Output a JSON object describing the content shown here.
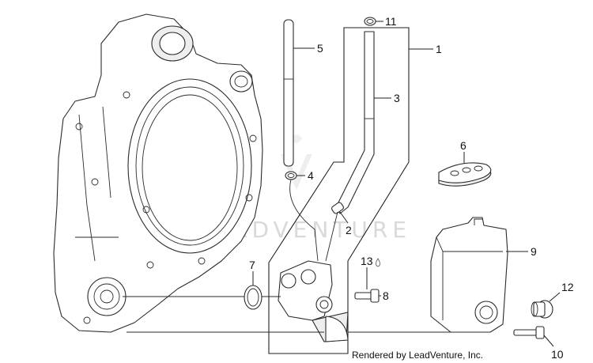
{
  "diagram": {
    "watermark": "LEADVENTURE",
    "credit": "Rendered by LeadVenture, Inc.",
    "callouts": [
      {
        "id": "1",
        "label": "1"
      },
      {
        "id": "2",
        "label": "2"
      },
      {
        "id": "3",
        "label": "3"
      },
      {
        "id": "4",
        "label": "4"
      },
      {
        "id": "5",
        "label": "5"
      },
      {
        "id": "6",
        "label": "6"
      },
      {
        "id": "7",
        "label": "7"
      },
      {
        "id": "8",
        "label": "8"
      },
      {
        "id": "9",
        "label": "9"
      },
      {
        "id": "10",
        "label": "10"
      },
      {
        "id": "11",
        "label": "11"
      },
      {
        "id": "12",
        "label": "12"
      },
      {
        "id": "13",
        "label": "13"
      }
    ]
  }
}
